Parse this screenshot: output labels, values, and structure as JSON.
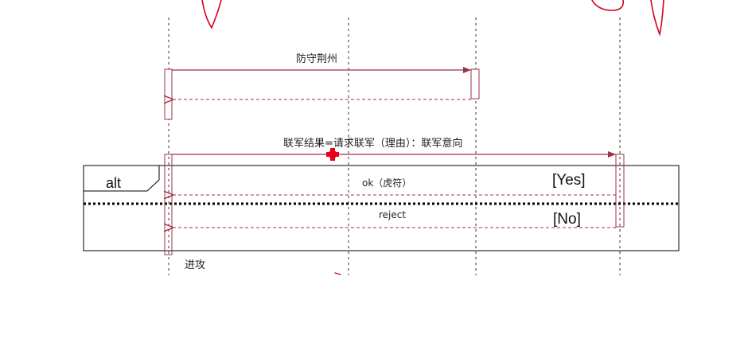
{
  "colors": {
    "message_line": "#a0304a",
    "activation_stroke": "#a0304a",
    "lifeline": "#333333",
    "frame": "#000000",
    "annotation_ink": "#d6001c",
    "cursor_marker": "#e8001a"
  },
  "messages": {
    "m1": "防守荆州",
    "m2": "联军结果=请求联军（理由）：联军意向",
    "m3": "ok（虎符）",
    "m4": "reject",
    "m5": "进攻"
  },
  "alt_frame": {
    "operator": "alt",
    "guard_yes": "[Yes]",
    "guard_no": "[No]"
  },
  "icons": {
    "cursor": "red-plus-cursor-icon",
    "scribble": "red-pen-scribble-icon"
  }
}
